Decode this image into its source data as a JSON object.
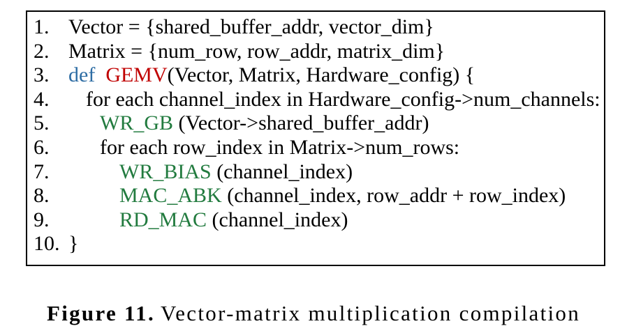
{
  "colors": {
    "keyword": "#2E6DA4",
    "function": "#C00000",
    "command": "#227B3F",
    "text": "#000000",
    "border": "#000000",
    "background": "#FFFFFF"
  },
  "code": {
    "lines": [
      {
        "number": "1.",
        "indent": 0,
        "segments": [
          {
            "color": "text",
            "text": "Vector = {shared_buffer_addr, vector_dim}"
          }
        ]
      },
      {
        "number": "2.",
        "indent": 0,
        "segments": [
          {
            "color": "text",
            "text": "Matrix = {num_row, row_addr, matrix_dim}"
          }
        ]
      },
      {
        "number": "3.",
        "indent": 0,
        "segments": [
          {
            "color": "keyword",
            "text": "def"
          },
          {
            "color": "text",
            "text": "  "
          },
          {
            "color": "function",
            "text": "GEMV"
          },
          {
            "color": "text",
            "text": "(Vector, Matrix, Hardware_config) {"
          }
        ]
      },
      {
        "number": "4.",
        "indent": 1,
        "segments": [
          {
            "color": "text",
            "text": "for each channel_index in Hardware_config->num_channels:"
          }
        ]
      },
      {
        "number": "5.",
        "indent": 2,
        "segments": [
          {
            "color": "command",
            "text": "WR_GB"
          },
          {
            "color": "text",
            "text": " (Vector->shared_buffer_addr)"
          }
        ]
      },
      {
        "number": "6.",
        "indent": 2,
        "segments": [
          {
            "color": "text",
            "text": "for each row_index in Matrix->num_rows:"
          }
        ]
      },
      {
        "number": "7.",
        "indent": 3,
        "segments": [
          {
            "color": "command",
            "text": "WR_BIAS"
          },
          {
            "color": "text",
            "text": " (channel_index)"
          }
        ]
      },
      {
        "number": "8.",
        "indent": 3,
        "segments": [
          {
            "color": "command",
            "text": "MAC_ABK"
          },
          {
            "color": "text",
            "text": " (channel_index, row_addr + row_index)"
          }
        ]
      },
      {
        "number": "9.",
        "indent": 3,
        "segments": [
          {
            "color": "command",
            "text": "RD_MAC"
          },
          {
            "color": "text",
            "text": " (channel_index)"
          }
        ]
      },
      {
        "number": "10.",
        "indent": 0,
        "segments": [
          {
            "color": "text",
            "text": "}"
          }
        ]
      }
    ]
  },
  "caption": {
    "label": "Figure 11.",
    "text": "Vector-matrix multiplication compilation"
  }
}
